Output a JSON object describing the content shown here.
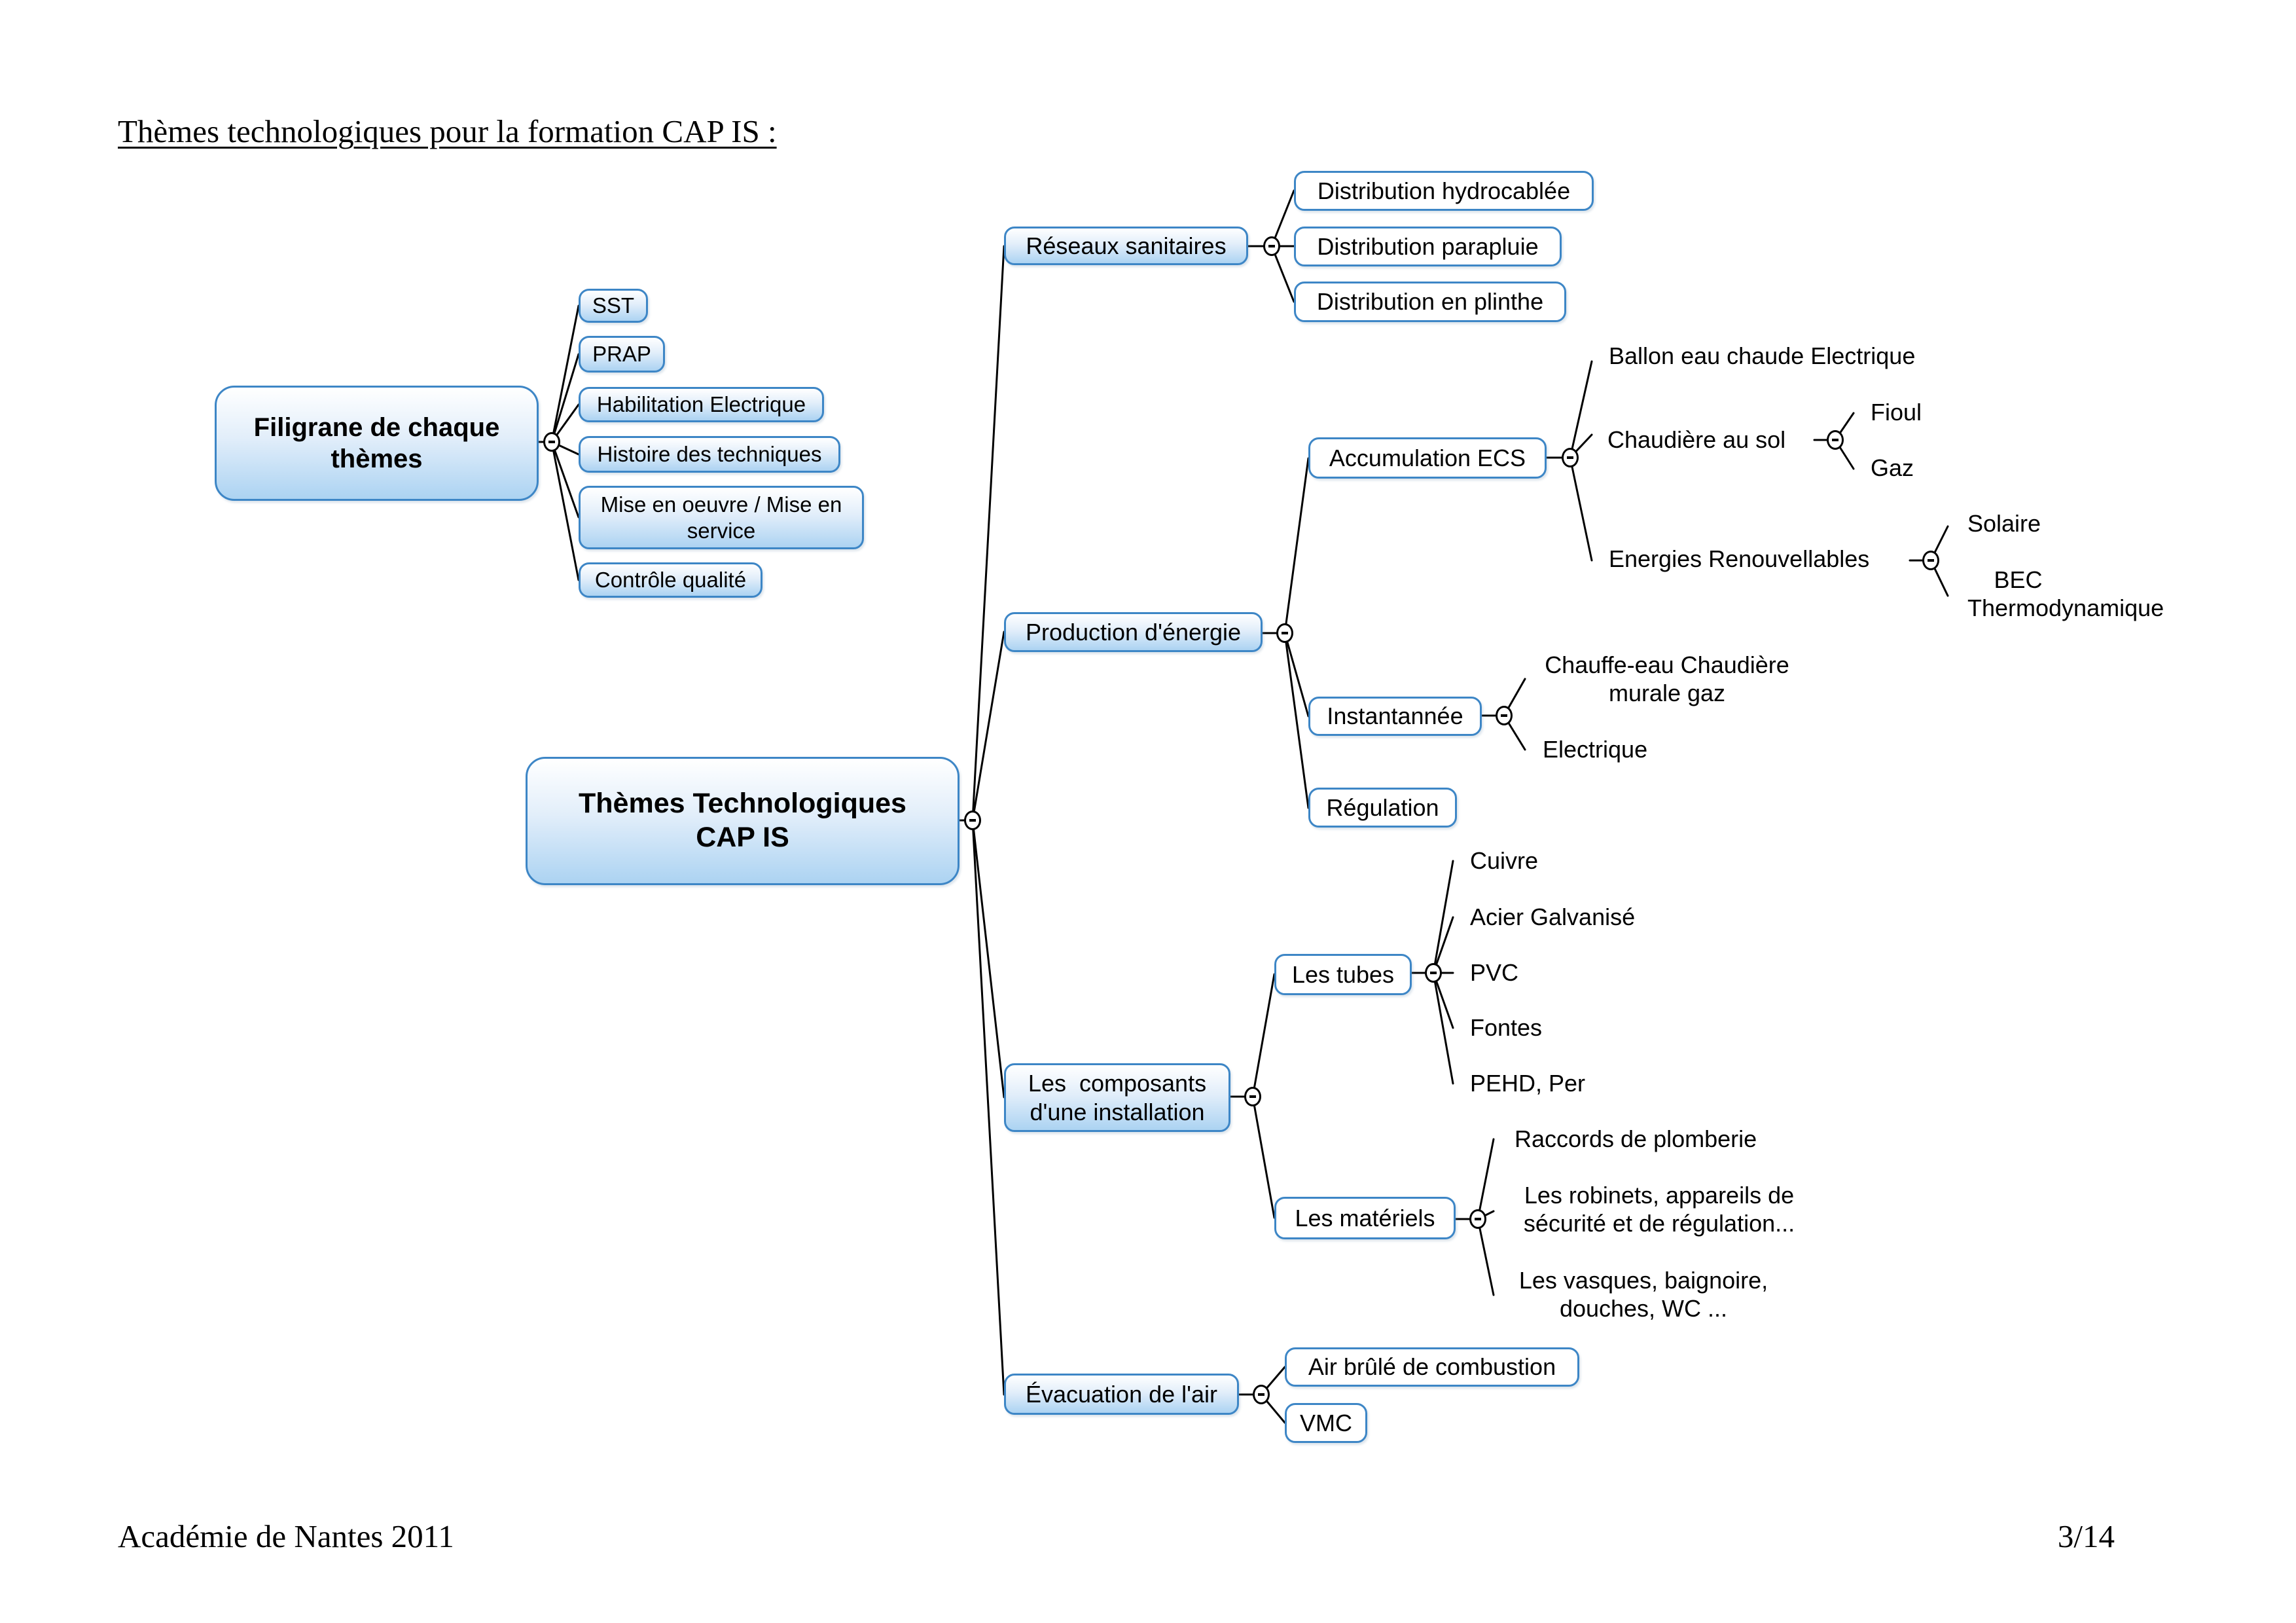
{
  "page": {
    "title": "Thèmes technologiques pour la formation CAP IS :",
    "footer_left": "Académie de Nantes 2011",
    "footer_right": "3/14"
  },
  "colors": {
    "node_border": "#3d86c6",
    "gradient_top": "#ffffff",
    "gradient_bottom": "#acd3f2",
    "line": "#000000"
  },
  "mindmap": {
    "filigrane": {
      "label": "Filigrane de chaque thèmes",
      "children": [
        "SST",
        "PRAP",
        "Habilitation Electrique",
        "Histoire des techniques",
        "Mise en oeuvre / Mise en service",
        "Contrôle qualité"
      ]
    },
    "root": {
      "label_line1": "Thèmes Technologiques",
      "label_line2": "CAP IS"
    },
    "reseaux": {
      "label": "Réseaux sanitaires",
      "children": [
        "Distribution hydrocablée",
        "Distribution parapluie",
        "Distribution en plinthe"
      ]
    },
    "production": {
      "label": "Production d'énergie",
      "accumulation": {
        "label": "Accumulation ECS",
        "ballon": "Ballon eau chaude Electrique",
        "chaudiere_sol": {
          "label": "Chaudière au sol",
          "children": [
            "Fioul",
            "Gaz"
          ]
        },
        "renouvelables": {
          "label": "Energies Renouvellables",
          "children": [
            "Solaire",
            "BEC Thermodynamique"
          ]
        }
      },
      "instantannee": {
        "label": "Instantannée",
        "children": [
          "Chauffe-eau Chaudière murale gaz",
          "Electrique"
        ]
      },
      "regulation": {
        "label": "Régulation"
      }
    },
    "composants": {
      "label_line1": "Les  composants",
      "label_line2": "d'une installation",
      "tubes": {
        "label": "Les tubes",
        "children": [
          "Cuivre",
          "Acier Galvanisé",
          "PVC",
          "Fontes",
          "PEHD, Per"
        ]
      },
      "materiels": {
        "label": "Les matériels",
        "children": [
          "Raccords de plomberie",
          "Les robinets, appareils de sécurité et de régulation...",
          "Les vasques, baignoire, douches, WC ..."
        ]
      }
    },
    "evacuation": {
      "label": "Évacuation de l'air",
      "children": [
        "Air brûlé de combustion",
        "VMC"
      ]
    }
  }
}
